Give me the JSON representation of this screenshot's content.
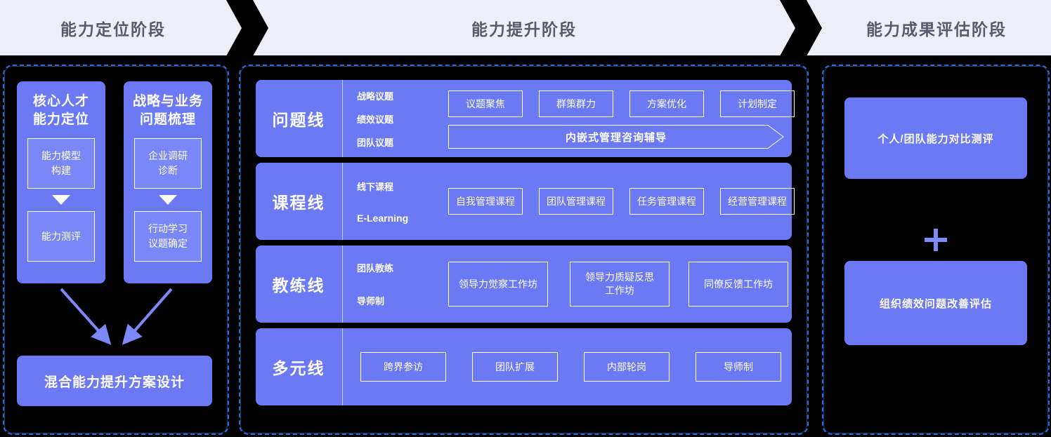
{
  "header": {
    "stages": [
      {
        "label": "能力定位阶段"
      },
      {
        "label": "能力提升阶段"
      },
      {
        "label": "能力成果评估阶段"
      }
    ]
  },
  "colors": {
    "accent": "#6c79f5",
    "accent_light": "#7c87f7",
    "panel_border": "#2f6bd8",
    "header_bg": "#eeeef8",
    "header_text": "#5a5a66",
    "background": "#000000",
    "divider": "#ccd2ff"
  },
  "left_panel": {
    "columns": [
      {
        "title": "核心人才\n能力定位",
        "title_lines": [
          "核心人才",
          "能力定位"
        ],
        "steps": [
          {
            "label_lines": [
              "能力模型",
              "构建"
            ]
          },
          {
            "label_lines": [
              "能力测评"
            ]
          }
        ]
      },
      {
        "title": "战略与业务\n问题梳理",
        "title_lines": [
          "战略与业务",
          "问题梳理"
        ],
        "steps": [
          {
            "label_lines": [
              "企业调研",
              "诊断"
            ]
          },
          {
            "label_lines": [
              "行动学习",
              "议题确定"
            ]
          }
        ]
      }
    ],
    "result": "混合能力提升方案设计"
  },
  "middle_panel": {
    "rows": [
      {
        "name": "问题线",
        "sublabels": [
          "战略议题",
          "绩效议题",
          "团队议题"
        ],
        "chips": [
          "议题聚焦",
          "群策群力",
          "方案优化",
          "计划制定"
        ],
        "banner": "内嵌式管理咨询辅导"
      },
      {
        "name": "课程线",
        "sublabels": [
          "线下课程",
          "E-Learning"
        ],
        "chips": [
          "自我管理课程",
          "团队管理课程",
          "任务管理课程",
          "经营管理课程"
        ],
        "banner": null
      },
      {
        "name": "教练线",
        "sublabels": [
          "团队教练",
          "导师制"
        ],
        "chips": [
          "领导力觉察工作坊",
          "领导力质疑反思\n工作坊",
          "同僚反馈工作坊"
        ],
        "banner": null
      },
      {
        "name": "多元线",
        "sublabels": [],
        "chips": [
          "跨界参访",
          "团队扩展",
          "内部轮岗",
          "导师制"
        ],
        "banner": null
      }
    ]
  },
  "right_panel": {
    "cards": [
      {
        "label": "个人/团队能力对比测评"
      },
      {
        "label": "组织绩效问题改善评估"
      }
    ],
    "connector_icon": "plus-icon"
  }
}
